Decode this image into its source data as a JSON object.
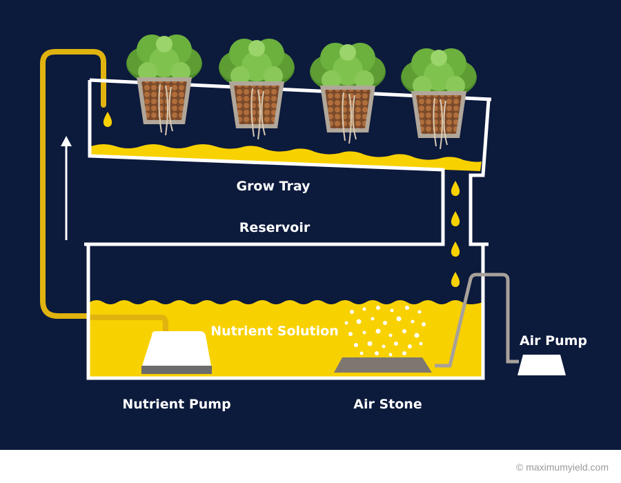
{
  "colors": {
    "background": "#0c1a3c",
    "frame": "#ffffff",
    "solution": "#f8d100",
    "pipe": "#e0b30f",
    "air_line": "#a7a19a",
    "stone": "#7e7770",
    "pot": "#b0a79a",
    "clay": "#a86a3e",
    "leaf_dark": "#4c8a2a",
    "leaf_light": "#8ac85a",
    "root": "#d9cbb4",
    "credit_text": "#9a9a9a"
  },
  "labels": {
    "grow_tray": "Grow Tray",
    "reservoir": "Reservoir",
    "nutrient_solution": "Nutrient Solution",
    "nutrient_pump": "Nutrient Pump",
    "air_stone": "Air Stone",
    "air_pump": "Air Pump"
  },
  "credit": "© maximumyield.com",
  "icons": {
    "plant": "lettuce-plant-icon",
    "drop": "nutrient-drop-icon",
    "arrow": "flow-up-arrow-icon"
  }
}
